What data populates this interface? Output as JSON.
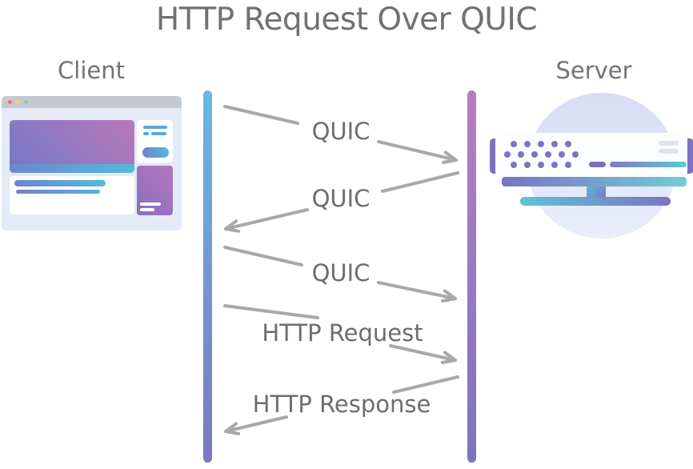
{
  "diagram": {
    "title": "HTTP Request Over QUIC",
    "type": "sequence-diagram"
  },
  "participants": {
    "client": {
      "label": "Client",
      "icon": "browser-window-icon"
    },
    "server": {
      "label": "Server",
      "icon": "server-icon"
    }
  },
  "messages": [
    {
      "label": "QUIC",
      "from": "client",
      "to": "server"
    },
    {
      "label": "QUIC",
      "from": "server",
      "to": "client"
    },
    {
      "label": "QUIC",
      "from": "client",
      "to": "server"
    },
    {
      "label": "HTTP Request",
      "from": "client",
      "to": "server"
    },
    {
      "label": "HTTP Response",
      "from": "server",
      "to": "client"
    }
  ],
  "colors": {
    "title_text": "#717171",
    "participant_text": "#737373",
    "message_text": "#6d6d6d",
    "arrow": "#a8a8a8",
    "client_lifeline_top": "#68b8e4",
    "client_lifeline_bottom": "#7d76c3",
    "server_lifeline_top": "#b77dc2",
    "server_lifeline_bottom": "#7b74c1"
  }
}
